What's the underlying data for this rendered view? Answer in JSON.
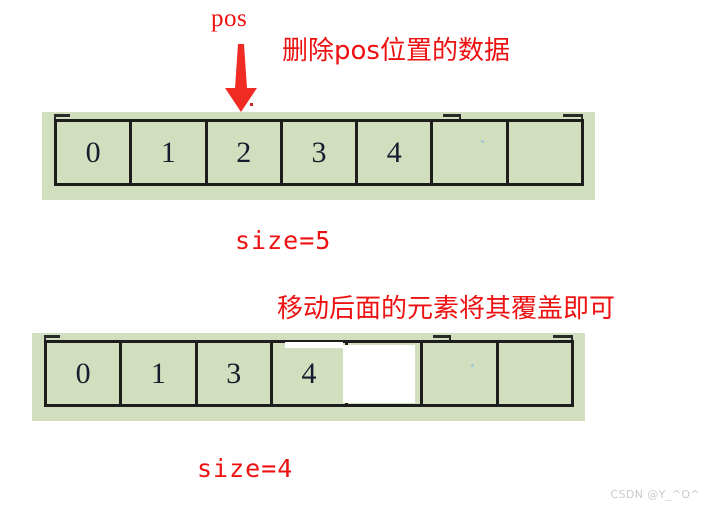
{
  "page": {
    "background_color": "#ffffff",
    "accent_color": "#ee1111",
    "array_fill_color": "#d2dfbe",
    "cell_border_color": "#1d1d1d",
    "digit_color": "#1a1a2e"
  },
  "annotations": {
    "pointer_label": "pos",
    "caption_top": "删除pos位置的数据",
    "caption_middle": "移动后面的元素将其覆盖即可",
    "arrow_icon": "arrow-down-icon"
  },
  "arrays": [
    {
      "id": "before",
      "capacity": 7,
      "size_label": "size=5",
      "size_value": 5,
      "cells": [
        {
          "index": 0,
          "value": "0",
          "empty": false
        },
        {
          "index": 1,
          "value": "1",
          "empty": false
        },
        {
          "index": 2,
          "value": "2",
          "empty": false
        },
        {
          "index": 3,
          "value": "3",
          "empty": false
        },
        {
          "index": 4,
          "value": "4",
          "empty": false
        },
        {
          "index": 5,
          "value": "",
          "empty": true
        },
        {
          "index": 6,
          "value": "",
          "empty": true
        }
      ]
    },
    {
      "id": "after",
      "capacity": 7,
      "size_label": "size=4",
      "size_value": 4,
      "cells": [
        {
          "index": 0,
          "value": "0",
          "empty": false
        },
        {
          "index": 1,
          "value": "1",
          "empty": false
        },
        {
          "index": 2,
          "value": "3",
          "empty": false
        },
        {
          "index": 3,
          "value": "4",
          "empty": false
        },
        {
          "index": 4,
          "value": "",
          "empty": true
        },
        {
          "index": 5,
          "value": "",
          "empty": true
        },
        {
          "index": 6,
          "value": "",
          "empty": true
        }
      ]
    }
  ],
  "watermark": {
    "text": "CSDN @Y_^O^"
  }
}
